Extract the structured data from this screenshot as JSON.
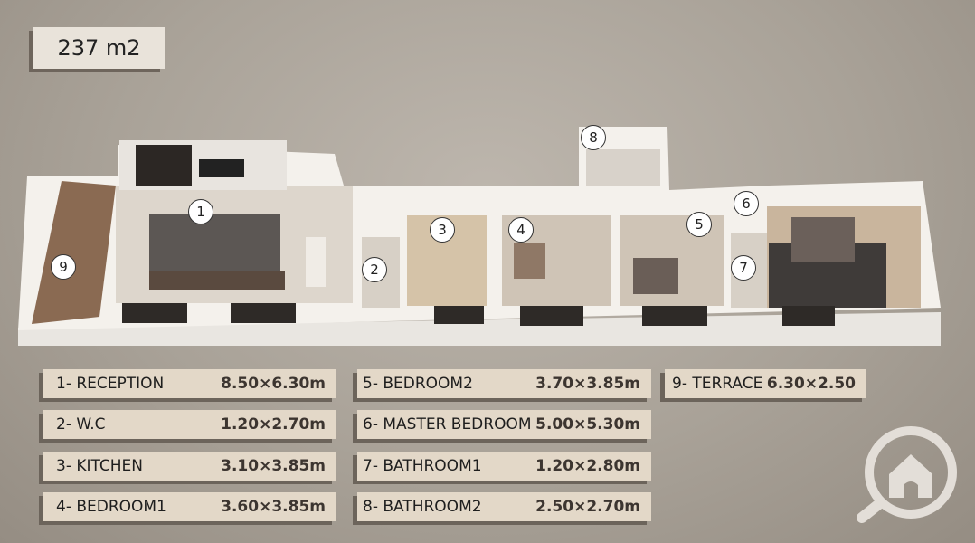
{
  "area": "237 m2",
  "room_markers": [
    "1",
    "2",
    "3",
    "4",
    "5",
    "6",
    "7",
    "8",
    "9"
  ],
  "legend": [
    {
      "label": "1-   RECEPTION",
      "dim": "8.50×6.30m"
    },
    {
      "label": "2-   W.C",
      "dim": "1.20×2.70m"
    },
    {
      "label": "3-   KITCHEN",
      "dim": "3.10×3.85m"
    },
    {
      "label": "4-    BEDROOM1",
      "dim": "3.60×3.85m"
    },
    {
      "label": "5- BEDROOM2",
      "dim": "3.70×3.85m"
    },
    {
      "label": "6- MASTER BEDROOM",
      "dim": "5.00×5.30m"
    },
    {
      "label": "7- BATHROOM1",
      "dim": "1.20×2.80m"
    },
    {
      "label": "8- BATHROOM2",
      "dim": "2.50×2.70m"
    },
    {
      "label": "9- TERRACE",
      "dim": "6.30×2.50"
    }
  ],
  "colors": {
    "wall": "#f4f1ec",
    "floor_wood": "#8a6a52",
    "floor_marble": "#ddd6cc",
    "rug": "#5a5552",
    "label_bg": "#e3d8c8"
  }
}
